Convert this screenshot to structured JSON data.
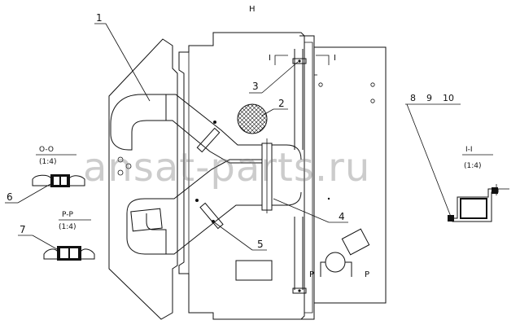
{
  "view_label": "H",
  "watermark": "ansat-parts.ru",
  "callouts": [
    "1",
    "2",
    "3",
    "4",
    "5",
    "6",
    "7",
    "8",
    "9",
    "10"
  ],
  "section_marks": {
    "I_left": "I",
    "I_right": "I",
    "P_left": "P",
    "P_right": "P"
  },
  "detail_views": {
    "O": {
      "title": "O-O",
      "scale": "(1:4)"
    },
    "P": {
      "title": "P-P",
      "scale": "(1:4)"
    },
    "I": {
      "title": "I-I",
      "scale": "(1:4)"
    }
  },
  "colors": {
    "line": "#111111",
    "watermark": "#8a8a8a",
    "background": "#ffffff"
  }
}
